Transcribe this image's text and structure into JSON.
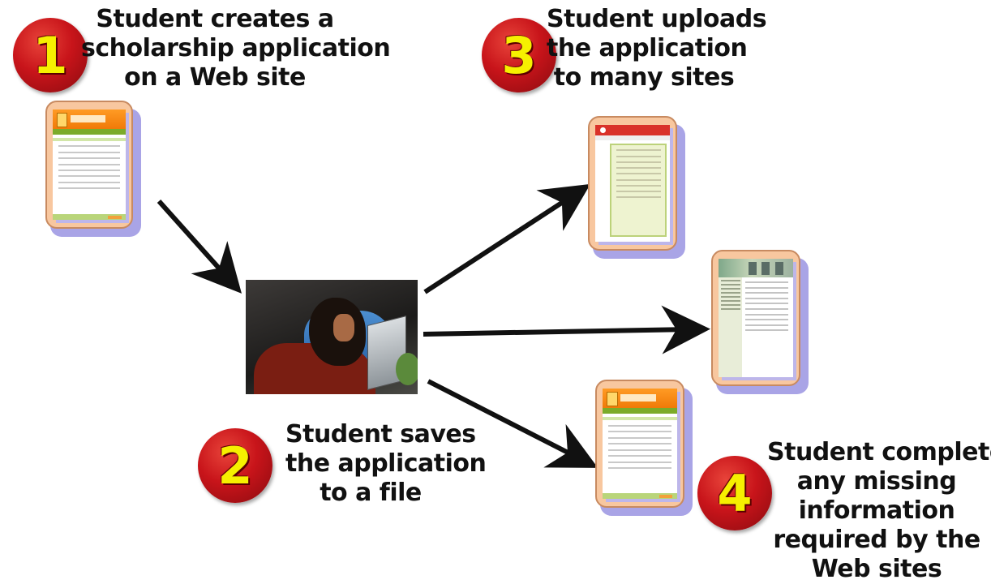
{
  "steps": [
    {
      "number": "1",
      "lines": [
        "Student creates a",
        "scholarship application",
        "on a Web site"
      ]
    },
    {
      "number": "2",
      "lines": [
        "Student saves",
        "the application",
        "to a file"
      ]
    },
    {
      "number": "3",
      "lines": [
        "Student uploads",
        "the application",
        "to many sites"
      ]
    },
    {
      "number": "4",
      "lines": [
        "Student completes",
        "any missing",
        "information",
        "required by the",
        "Web sites"
      ]
    }
  ],
  "colors": {
    "badge_red": "#c8141a",
    "badge_number": "#f6f000",
    "thumb_frame": "#f8c79f",
    "thumb_shadow": "#a9a4e6",
    "arrow": "#111111"
  },
  "icons": [
    "application-page-thumbnail",
    "scholarship-site-thumbnail",
    "student-laptop-photo"
  ]
}
